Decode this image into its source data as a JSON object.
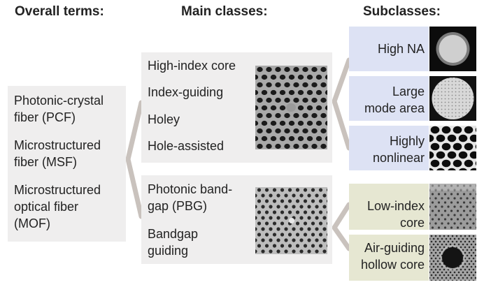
{
  "headers": {
    "overall": "Overall terms:",
    "main": "Main classes:",
    "sub": "Subclasses:"
  },
  "overall_terms": [
    [
      "Photonic-crystal",
      "fiber (PCF)"
    ],
    [
      "Microstructured",
      "fiber (MSF)"
    ],
    [
      "Microstructured",
      "optical fiber",
      "(MOF)"
    ]
  ],
  "main_classes": {
    "index_guiding": [
      "High-index core",
      "Index-guiding",
      "Holey",
      "Hole-assisted"
    ],
    "bandgap": [
      [
        "Photonic band-",
        "gap (PBG)"
      ],
      [
        "Bandgap",
        "guiding"
      ]
    ]
  },
  "subclasses": {
    "high_na": [
      "High NA"
    ],
    "large_mode_area": [
      "Large",
      "mode area"
    ],
    "highly_nonlinear": [
      "Highly",
      "nonlinear"
    ],
    "low_index_core": [
      "Low-index",
      "core"
    ],
    "air_guiding": [
      "Air-guiding",
      "hollow core"
    ]
  },
  "colors": {
    "panel_grey": "#efeeee",
    "panel_blue": "#dde2f4",
    "panel_green": "#e6e7d2",
    "connector": "#c9c2bd"
  }
}
